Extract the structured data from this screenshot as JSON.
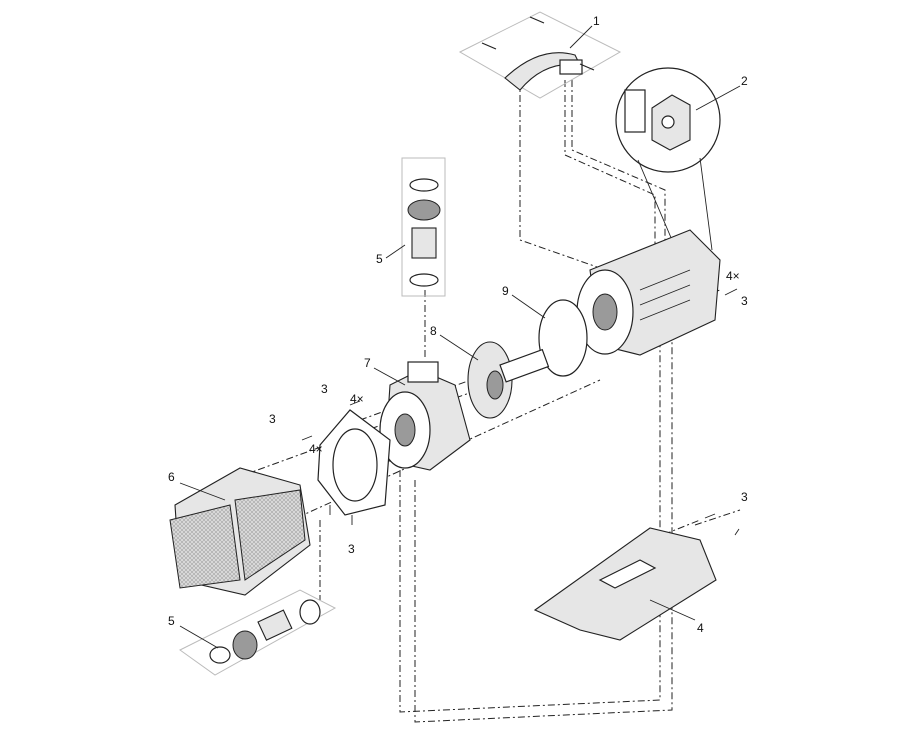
{
  "diagram": {
    "type": "exploded-parts-view",
    "callouts": {
      "c1": "1",
      "c2": "2",
      "c3_motor": "3",
      "c4x_motor": "4×",
      "c5_top": "5",
      "c9": "9",
      "c8": "8",
      "c7": "7",
      "c3_a": "3",
      "c4x_a": "4×",
      "c3_b": "3",
      "c4x_b": "4×",
      "c6": "6",
      "c3_c": "3",
      "c3_base": "3",
      "c4": "4",
      "c5_bottom": "5"
    }
  }
}
